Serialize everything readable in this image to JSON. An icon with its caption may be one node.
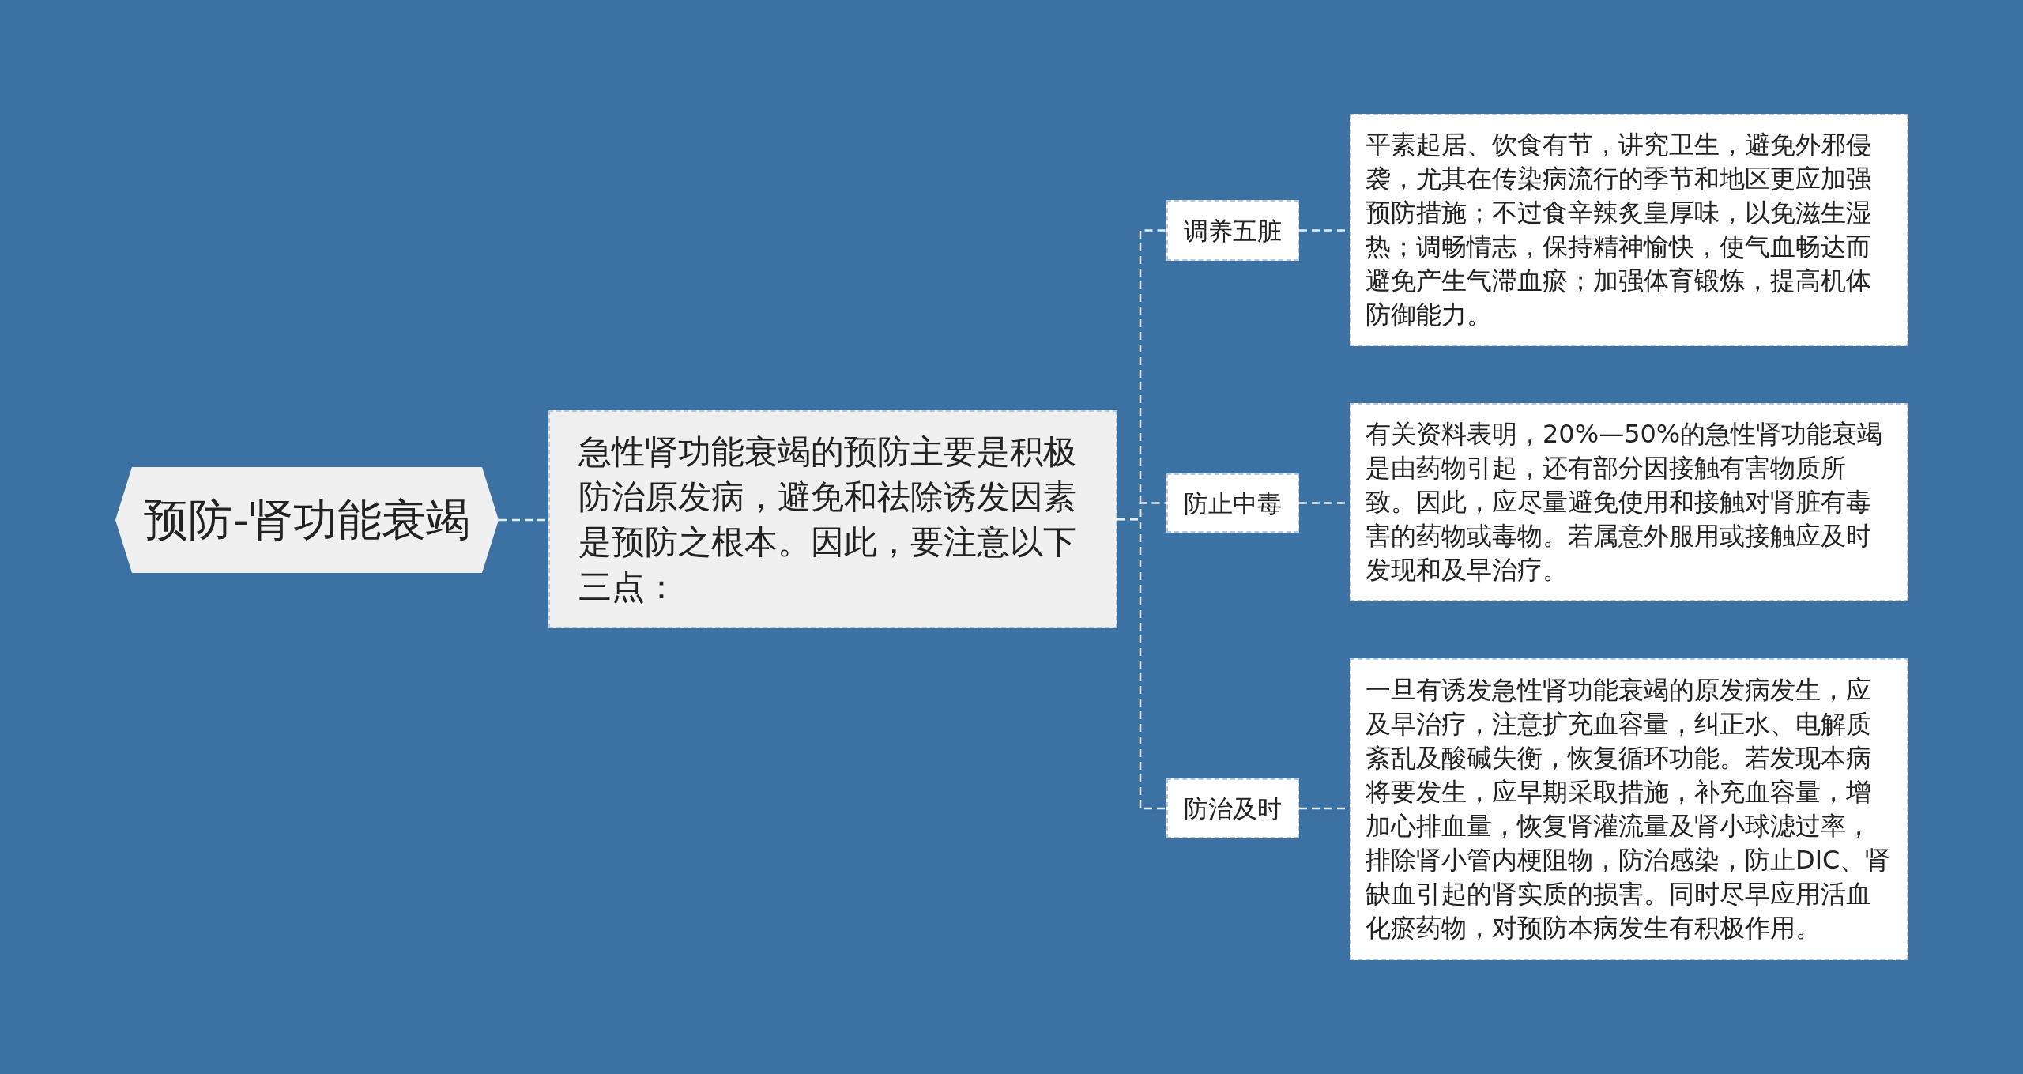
{
  "diagram": {
    "nodes": [
      {
        "text": [
          "预防-肾功能衰竭"
        ]
      },
      {
        "text": [
          "急性肾功能衰竭的预防主要是积极防治原发病，避免和祛除诱发因素是预防之根本。因此，要注意以下三点："
        ]
      },
      {
        "text": [
          "调养五脏"
        ]
      },
      {
        "text": [
          "平素起居、饮食有节，讲究卫生，避免外邪侵袭，尤其在传染病流行的季节和地区更应加强预防措施；不过食辛辣炙皇厚味，以免滋生湿热；调畅情志，保持精神愉快，使气血畅达而避免产生气滞血瘀；加强体育锻炼，提高机体防御能力。"
        ]
      },
      {
        "text": [
          "防止中毒"
        ]
      },
      {
        "text": [
          "有关资料表明，20%—50%的急性肾功能衰竭是由药物引起，还有部分因接触有害物质所致。因此，应尽量避免使用和接触对肾脏有毒害的药物或毒物。若属意外服用或接触应及时发现和及早治疗。"
        ]
      },
      {
        "text": [
          "防治及时"
        ]
      },
      {
        "text": [
          "一旦有诱发急性肾功能衰竭的原发病发生，应及早治疗，注意扩充血容量，纠正水、电解质紊乱及酸碱失衡，恢复循环功能。若发现本病将要发生，应早期采取措施，补充血容量，增加心排血量，恢复肾灌流量及肾小球滤过率，排除肾小管内梗阻物，防治感染，防止DIC、肾缺血引起的肾实质的损害。同时尽早应用活血化瘀药物，对预防本病发生有积极作用。"
        ]
      }
    ],
    "edges": [
      {
        "from": 0,
        "to": 1,
        "arrow": "none"
      },
      {
        "from": 1,
        "to": 2,
        "arrow": "none"
      },
      {
        "from": 1,
        "to": 4,
        "arrow": "none"
      },
      {
        "from": 1,
        "to": 6,
        "arrow": "none"
      },
      {
        "from": 2,
        "to": 3,
        "arrow": "none"
      },
      {
        "from": 4,
        "to": 5,
        "arrow": "none"
      },
      {
        "from": 6,
        "to": 7,
        "arrow": "none"
      }
    ]
  }
}
